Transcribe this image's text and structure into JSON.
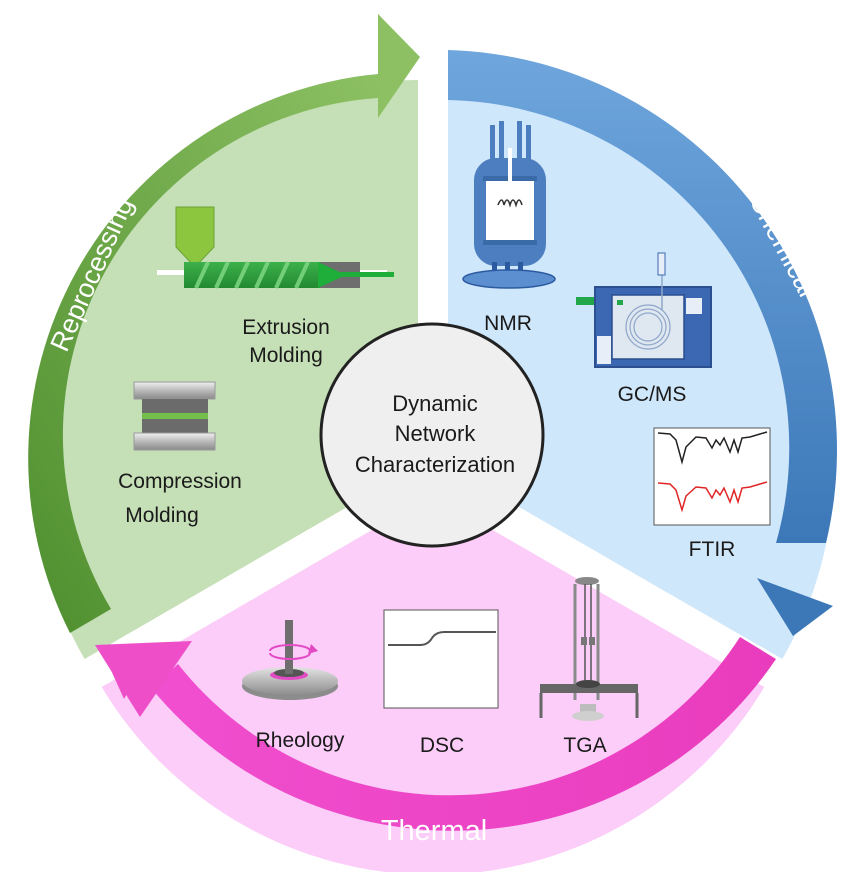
{
  "center": {
    "line1": "Dynamic",
    "line2": "Network",
    "line3": "Characterization"
  },
  "sectors": {
    "reprocessing": {
      "title": "Reprocessing",
      "color": "#c5dfb6",
      "arrow_color": "#6aa84f",
      "items": {
        "extrusion_line1": "Extrusion",
        "extrusion_line2": "Molding",
        "compression_line1": "Compression",
        "compression_line2": "Molding"
      }
    },
    "chemical": {
      "title": "Chemical",
      "color": "#cfe7fb",
      "arrow_color": "#4a87c8",
      "items": {
        "nmr": "NMR",
        "gcms": "GC/MS",
        "ftir": "FTIR"
      }
    },
    "thermal": {
      "title": "Thermal",
      "color": "#fbcdf8",
      "arrow_color": "#ee4fc8",
      "items": {
        "rheology": "Rheology",
        "dsc": "DSC",
        "tga": "TGA"
      }
    }
  }
}
